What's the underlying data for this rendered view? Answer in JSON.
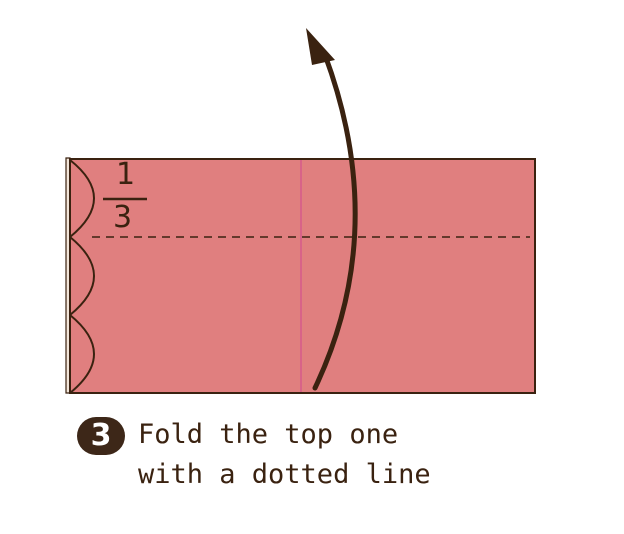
{
  "fraction": {
    "numerator": "1",
    "denominator": "3"
  },
  "step": {
    "number": "3"
  },
  "caption": {
    "line1": "Fold the top one",
    "line2": "with a dotted line"
  },
  "colors": {
    "paper": "#e07f7f",
    "outline": "#3a2210",
    "center_crease": "#d65a8c",
    "badge": "#3d2718"
  }
}
